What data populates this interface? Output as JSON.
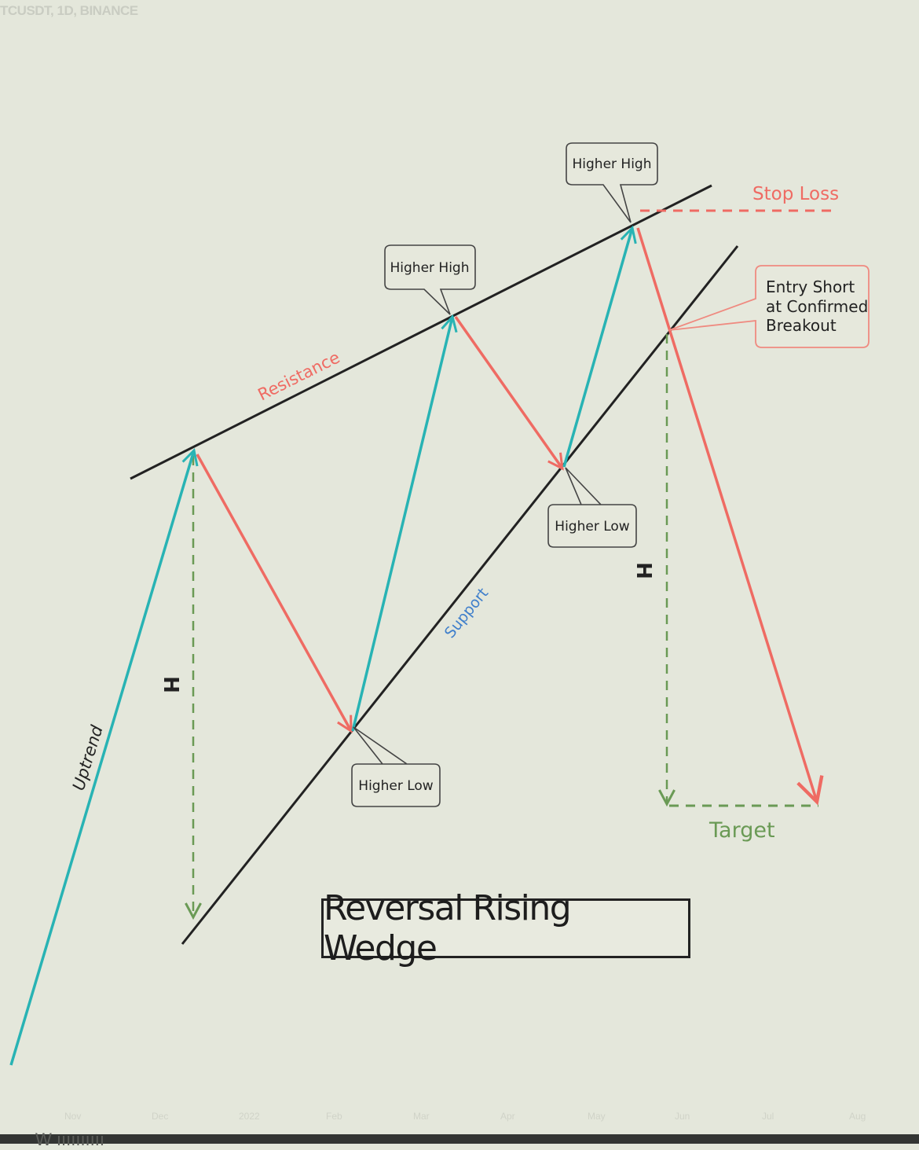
{
  "header": {
    "symbol": "TCUSDT, 1D, BINANCE"
  },
  "title": "Reversal Rising Wedge",
  "labels": {
    "resistance": "Resistance",
    "support": "Support",
    "uptrend": "Uptrend",
    "stop_loss": "Stop Loss",
    "target": "Target",
    "height_left": "H",
    "height_right": "H"
  },
  "callouts": {
    "higher_high_1": "Higher High",
    "higher_high_2": "Higher High",
    "higher_low_1": "Higher Low",
    "higher_low_2": "Higher Low",
    "entry_line1": "Entry Short",
    "entry_line2": "at Confirmed",
    "entry_line3": "Breakout"
  },
  "x_axis": [
    "Nov",
    "Dec",
    "2022",
    "Feb",
    "Mar",
    "Apr",
    "May",
    "Jun",
    "Jul",
    "Aug"
  ],
  "footer": {
    "watermark": "W ıııııııııı"
  },
  "colors": {
    "background": "#e4e7db",
    "teal": "#28b3b4",
    "red": "#ef6b63",
    "green": "#6a9a55",
    "line": "#222222",
    "support_text": "#3f7fcb"
  }
}
